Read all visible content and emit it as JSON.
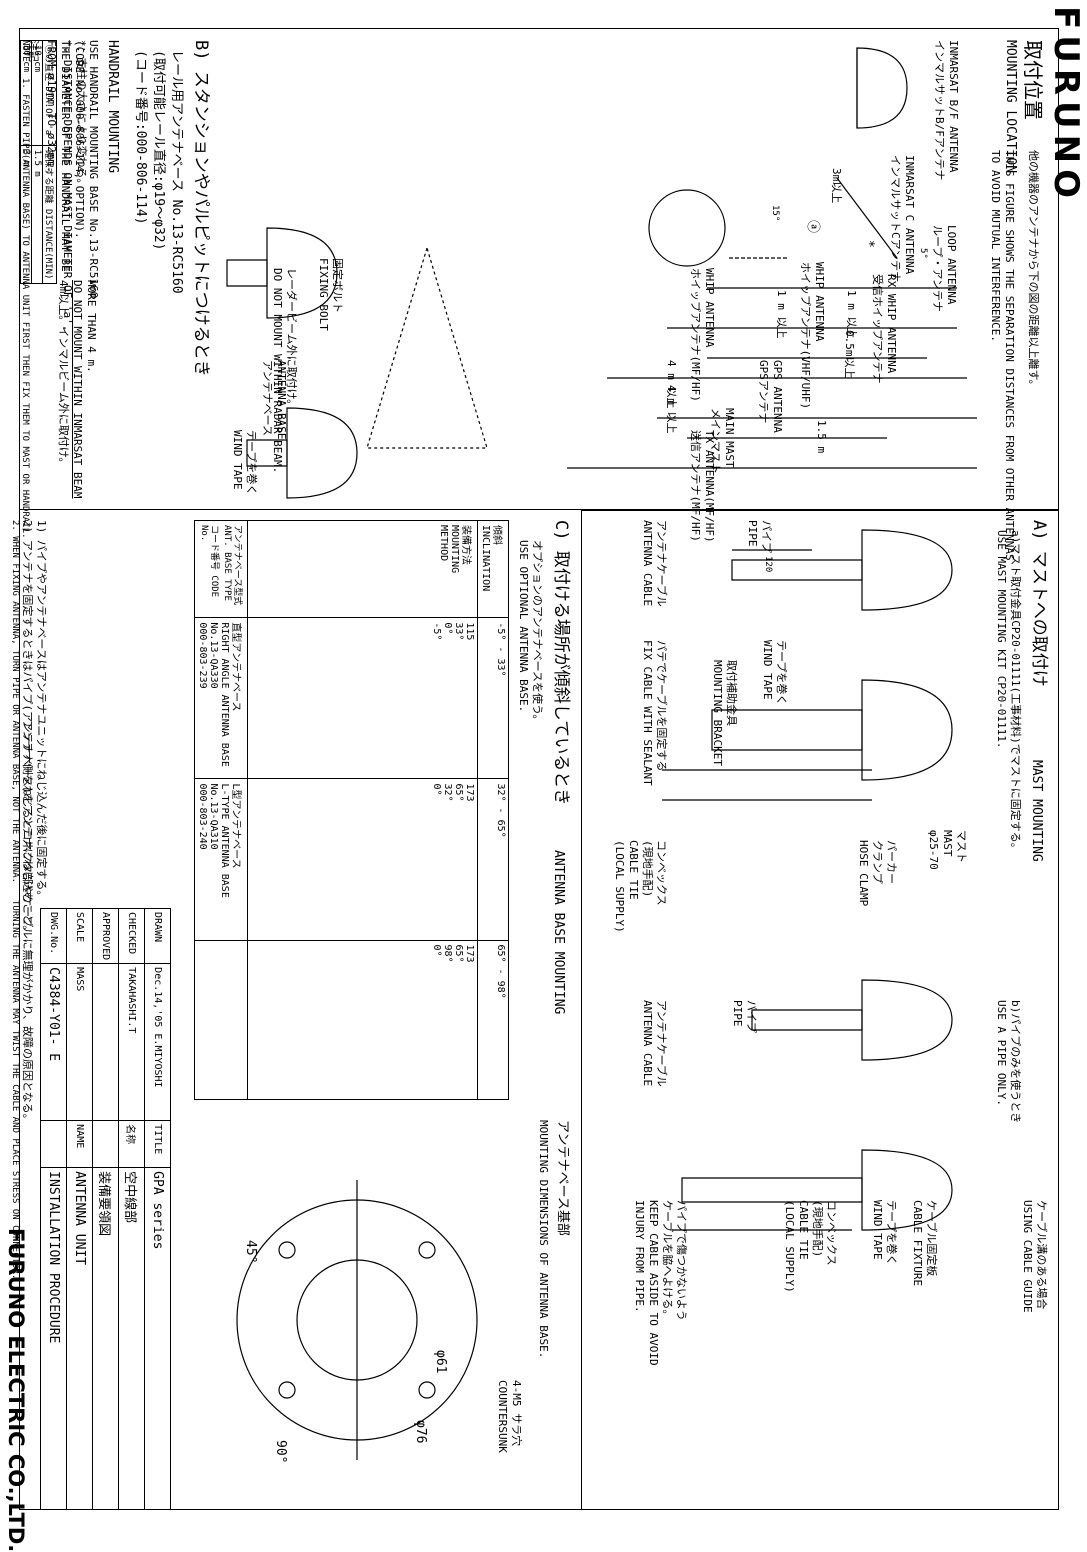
{
  "brand": "FURUNO",
  "company": "FURUNO ELECTRIC CO.,LTD.",
  "location": {
    "title_jp": "取付位置",
    "title_en": "MOUNTING LOCATION",
    "desc_jp": "他の機器のアンテナから下の図の距離以上離す。",
    "desc_en1": "THIS FIGURE SHOWS THE SEPARATION DISTANCES FROM OTHER ANTENNAS",
    "desc_en2": "TO AVOID MUTUAL INTERFERENCE.",
    "inmarsat_bf_en": "INMARSAT B/F ANTENNA",
    "inmarsat_bf_jp": "インマルサットB/Fアンテナ",
    "inmarsat_c_en": "INMARSAT C ANTENNA",
    "inmarsat_c_jp": "インマルサットCアンテナ",
    "loop_en": "LOOP ANTENNA",
    "loop_jp": "ループ・アンテナ",
    "whip_mf_en": "WHIP ANTENNA",
    "whip_mf_jp": "ホイップアンテナ(MF/HF)",
    "whip_vhf_en": "WHIP ANTENNA",
    "whip_vhf_jp": "ホイップアンテナ(VHF/UHF)",
    "rx_whip_en": "RX WHIP ANTENNA",
    "rx_whip_jp": "受信ホイップアンテナ",
    "gps_en": "GPS ANTENNA",
    "gps_jp": "GPSアンテナ",
    "main_mast_en": "MAIN MAST",
    "main_mast_jp": "メインマスト",
    "tx_en": "TX ANTENNA(MF/HF)",
    "tx_jp": "送信アンテナ(MF/HF)",
    "radar_jp": "レーダービーム外に取付け。",
    "radar_en": "DO NOT MOUNT WITHIN RADAR BEAM.",
    "more4_en": "MORE THAN 4 m.",
    "inm_beam_en": "DO NOT MOUNT WITHIN INMARSAT BEAM",
    "inm_beam_jp": "4m以上。インマルビーム外に取付け。",
    "d3m": "3m以上",
    "d1m_a": "1 m 以上",
    "d1m_b": "1 m 以上",
    "d05m": "0.5m以上",
    "d4m_a": "4 m 以上",
    "d4m_b": "4 m 以上",
    "d15m": "1.5 m",
    "angle5": "5°",
    "angle15": "15°",
    "circle_a": "ⓐ",
    "star": "*",
    "note_jp": "*：支柱の太さにより変わる。",
    "note_en": "*: DISTANCE DEPENDS ON MAST DIAMETER OF 'a'.",
    "table_h1": "ⓐの直径 DIA.OF 'a'",
    "table_h2": "確保する距離 DISTANCE(MIN)",
    "table_rows": [
      [
        "10 cm",
        "1.5 m"
      ],
      [
        "30 cm",
        "3 m"
      ]
    ]
  },
  "handrail": {
    "title_jp": "B) スタンションやパルピットにつけるとき",
    "line1": "レール用アンテナベース No.13-RC5160",
    "line2": "(取付可能レール直径:φ19～φ32)",
    "line3": "(コード番号:000-806-114)",
    "title_en": "HANDRAIL MOUNTING",
    "en1": "USE HANDRAIL MOUNTING BASE No.13-RC5160",
    "en2": "(CODE No.000-806-114, OPTION).",
    "en3": "THE DIAMETER OF THE HANDRAIL MAY BE",
    "en4": "FROM ø19mm TO ø32mm.",
    "fixing_jp": "固定ボルト",
    "fixing_en": "FIXING BOLT",
    "base_en": "ANTENNA BASE",
    "base_jp": "アンテナベース",
    "tape_jp": "テープを巻く",
    "tape_en": "WIND TAPE"
  },
  "notes": {
    "jp_label": "注記",
    "jp1": "1) パイプやアンテナベースはアンテナユニットにねじ込んだ後に固定する。",
    "jp2": "2) アンテナを固定するときはパイプ(アンテナベース)をアンテナにねじ込むこと。",
    "jp3": "アンテナ側をねじるとコネクタ部やケーブルに無理がかかり、故障の原因となる。",
    "en_label": "NOTE",
    "en1": "1. FASTEN PIPE(ANTENNA BASE) TO ANTENNA UNIT FIRST THEN FIX THEM TO MAST OR HANDRAIL.",
    "en2": "2. WHEN FIXING ANTENNA, TURN PIPE OR ANTENNA BASE, NOT THE ANTENNA.",
    "en3": "TURNING THE ANTENNA MAY TWIST THE CABLE AND PLACE STRESS ON CONNECTOR."
  },
  "mast": {
    "title_jp": "A) マストへの取付け",
    "title_en": "MAST MOUNTING",
    "a_jp": "a)マスト取付金具CP20-01111(工事材料)でマストに固定する。",
    "a_en": "USE MAST MOUNTING KIT CP20-01111.",
    "pipe_jp": "パイプ",
    "pipe_en": "PIPE",
    "dim120": "120",
    "cable_jp": "アンテナケーブル",
    "cable_en": "ANTENNA CABLE",
    "tape_jp": "テープを巻く",
    "tape_en": "WIND TAPE",
    "bracket_jp": "取付補助金具",
    "bracket_en": "MOUNTING BRACKET",
    "seal_jp": "パテでケーブルを固定する",
    "seal_en": "FIX CABLE WITH SEALANT",
    "mast_jp": "マスト",
    "mast_en": "MAST",
    "mast_dia": "φ25-70",
    "clamp_jp1": "パーカー",
    "clamp_jp2": "クランプ",
    "clamp_en": "HOSE CLAMP",
    "tie_jp1": "コンベックス",
    "tie_jp2": "(現地手配)",
    "tie_en1": "CABLE TIE",
    "tie_en2": "(LOCAL SUPPLY)",
    "b_jp": "b)パイプのみを使うとき",
    "b_en": "USE A PIPE ONLY.",
    "pipe2_jp": "パイプ",
    "pipe2_en": "PIPE",
    "cable2_jp": "アンテナケーブル",
    "cable2_en": "ANTENNA CABLE",
    "guide_jp": "ケーブル溝のある場合",
    "guide_en": "USING CABLE GUIDE",
    "fixture_jp": "ケーブル固定板",
    "fixture_en": "CABLE FIXTURE",
    "tape3_jp": "テープを巻く",
    "tape3_en": "WIND TAPE",
    "tie3_jp1": "コンベックス",
    "tie3_jp2": "(現地手配)",
    "tie3_en1": "CABLE TIE",
    "tie3_en2": "(LOCAL SUPPLY)",
    "injury_jp1": "パイプで傷つかないよう",
    "injury_jp2": "ケーブルを脇へよける。",
    "injury_en1": "KEEP CABLE ASIDE TO AVOID",
    "injury_en2": "INJURY FROM PIPE."
  },
  "inclined": {
    "title_jp": "C) 取付ける場所が傾斜しているとき",
    "title_en": "ANTENNA BASE MOUNTING",
    "sub_jp": "オプションのアンテナベースを使う。",
    "sub_en": "USE OPTIONAL ANTENNA BASE.",
    "row_incl": "傾斜 INCLINATION",
    "row_method": "装備方法 MOUNTING METHOD",
    "row_type": "アンテナベース型式 ANT. BASE TYPE コード番号 CODE No.",
    "cols": [
      {
        "range": "-5° - 33°",
        "d": "115",
        "a1": "33°",
        "a2": "0°",
        "a3": "-5°",
        "type_jp": "直型アンテナベース",
        "type_en": "RIGHT ANGLE ANTENNA BASE",
        "no": "No.13-QA330",
        "code": "000-803-239"
      },
      {
        "range": "32° - 65°",
        "d": "173",
        "a1": "65°",
        "a2": "32°",
        "a3": "0°",
        "type_jp": "L型アンテナベース",
        "type_en": "L-TYPE ANTENNA BASE",
        "no": "No.13-QA310",
        "code": "000-803-240"
      },
      {
        "range": "65° - 98°",
        "d": "173",
        "a1": "65°",
        "a2": "98°",
        "a3": "0°"
      }
    ]
  },
  "base": {
    "title_jp": "アンテナベース基部",
    "title_en": "MOUNTING DIMENSIONS OF ANTENNA BASE.",
    "holes_jp": "4-M5 サラ穴",
    "holes_en": "COUNTERSUNK",
    "d61": "φ61",
    "d76": "φ76",
    "a90": "90°",
    "a45": "45°"
  },
  "titleblock": {
    "drawn_label": "DRAWN",
    "drawn_value": "Dec.14,'05  E.MIYOSHI",
    "checked_label": "CHECKED",
    "checked_value": "TAKAHASHI.T",
    "approved_label": "APPROVED",
    "scale_label": "SCALE",
    "mass_label": "MASS",
    "dwg_label": "DWG.No.",
    "dwg_value": "C4384-Y01-  E",
    "title_label": "TITLE",
    "title_value": "GPA series",
    "name_jp_label": "名称",
    "name_jp1": "空中線部",
    "name_jp2": "装備要領図",
    "name_label": "NAME",
    "name_en1": "ANTENNA UNIT",
    "name_en2": "INSTALLATION PROCEDURE"
  }
}
